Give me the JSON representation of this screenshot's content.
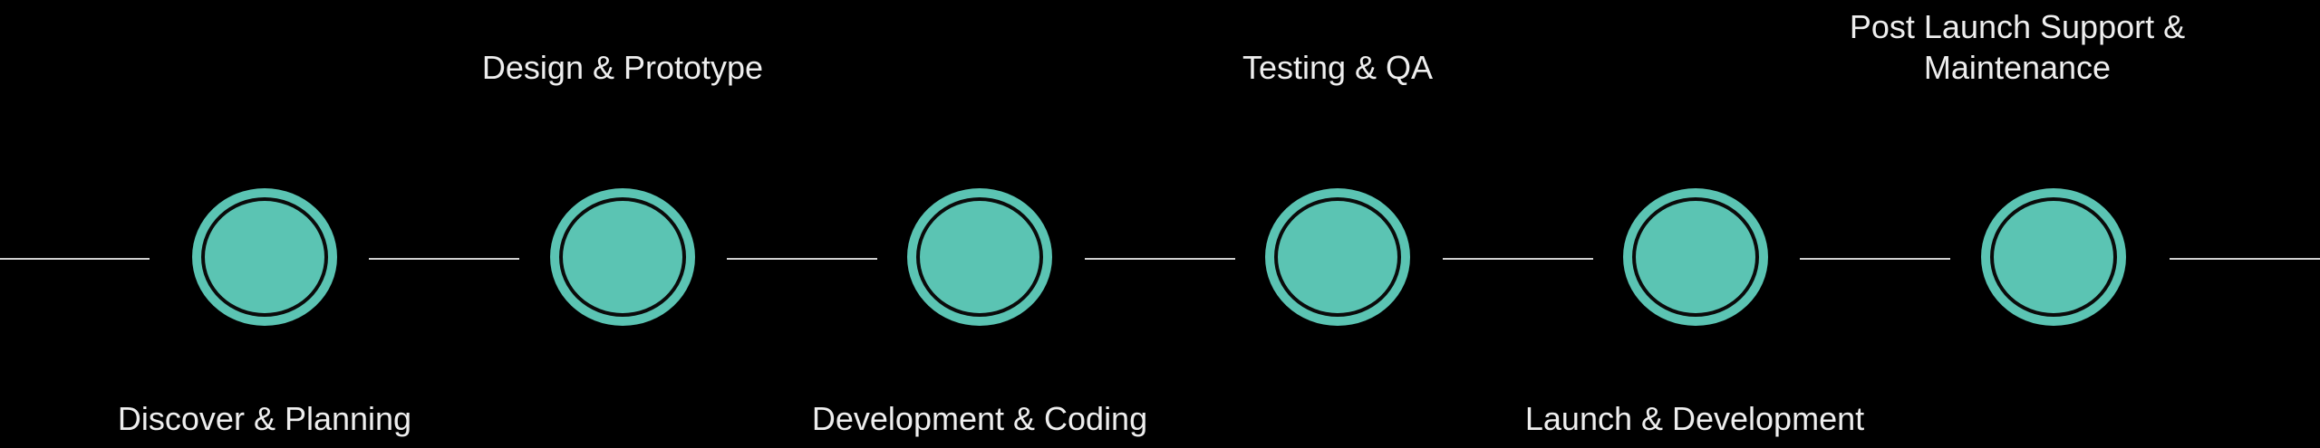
{
  "timeline": {
    "accent_color": "#5bc4b3",
    "steps": [
      {
        "label": "Discover & Planning"
      },
      {
        "label": "Design & Prototype"
      },
      {
        "label": "Development & Coding"
      },
      {
        "label": "Testing & QA"
      },
      {
        "label": "Launch & Development"
      },
      {
        "label_line1": "Post Launch Support &",
        "label_line2": "Maintenance"
      }
    ]
  }
}
